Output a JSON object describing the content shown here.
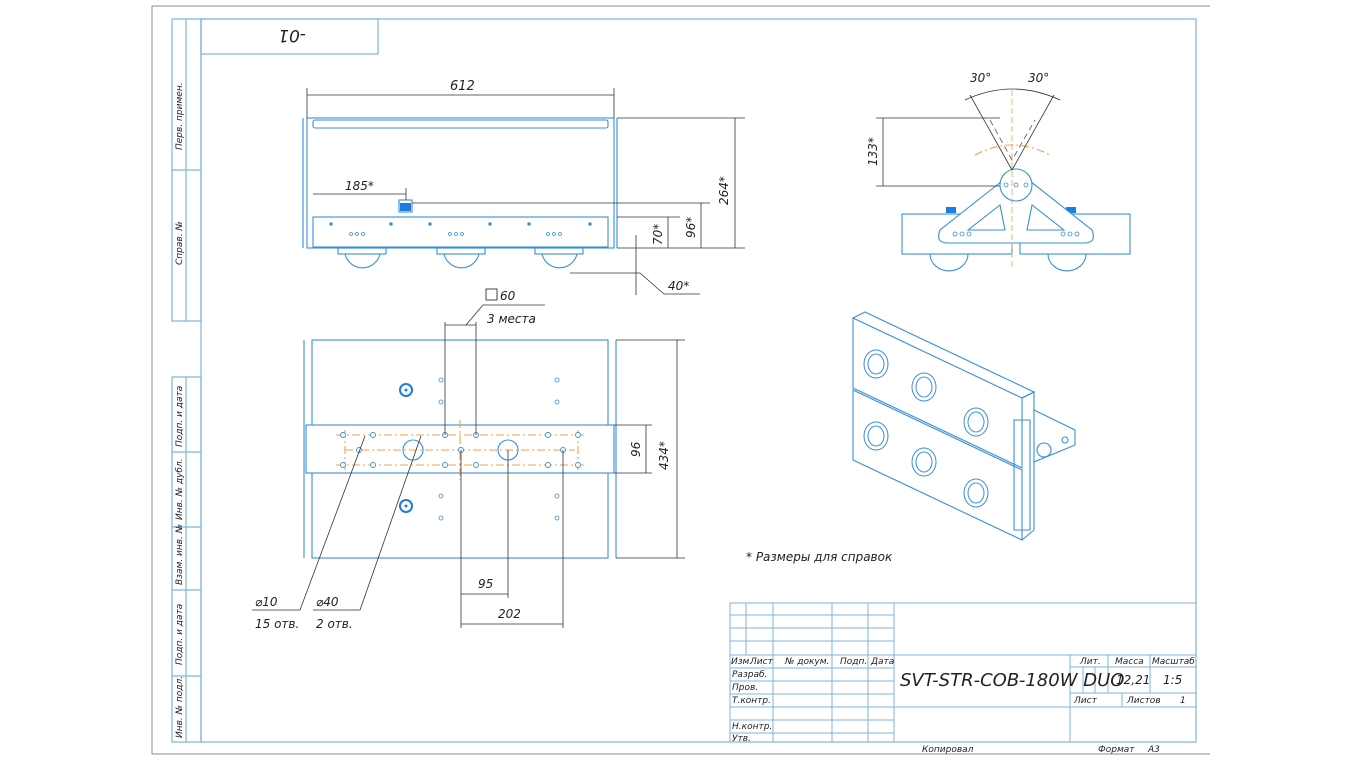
{
  "sheet": {
    "drawing_code_rotated": "-01",
    "format_label": "Формат",
    "format_value": "A3",
    "copied_label": "Копировал",
    "reference_note": "* Размеры для справок"
  },
  "side_stamp": {
    "cells": [
      "Перв. примен.",
      "Справ. №",
      "Подп. и дата",
      "Инв. № дубл.",
      "Взам. инв. №",
      "Подп. и дата",
      "Инв. № подл."
    ]
  },
  "title_block": {
    "designation": "SVT-STR-COB-180W DUO",
    "headers": {
      "izm": "Изм.",
      "list": "Лист",
      "doc": "№ докум.",
      "sign": "Подп.",
      "date": "Дата"
    },
    "roles": [
      "Разраб.",
      "Пров.",
      "Т.контр.",
      "",
      "Н.контр.",
      "Утв."
    ],
    "lit_label": "Лит.",
    "mass_label": "Масса",
    "scale_label": "Масштаб",
    "mass_value": "12,21",
    "scale_value": "1:5",
    "sheet_label": "Лист",
    "sheets_label": "Листов",
    "sheets_value": "1"
  },
  "front_view": {
    "dims": {
      "width": "612",
      "connector_offset": "185*",
      "height_total": "264*",
      "height_body": "96*",
      "height_lower": "70*",
      "lens_protrusion": "40*"
    }
  },
  "bottom_view": {
    "dims": {
      "square": "60",
      "square_note": "3 места",
      "bracket_width": "96",
      "height_total": "434*",
      "spacing_small": "95",
      "spacing_large": "202"
    },
    "holes": [
      {
        "dia": "⌀10",
        "count": "15 отв."
      },
      {
        "dia": "⌀40",
        "count": "2 отв."
      }
    ]
  },
  "side_view": {
    "dims": {
      "angle_left": "30°",
      "angle_right": "30°",
      "pivot_height": "133*"
    }
  }
}
